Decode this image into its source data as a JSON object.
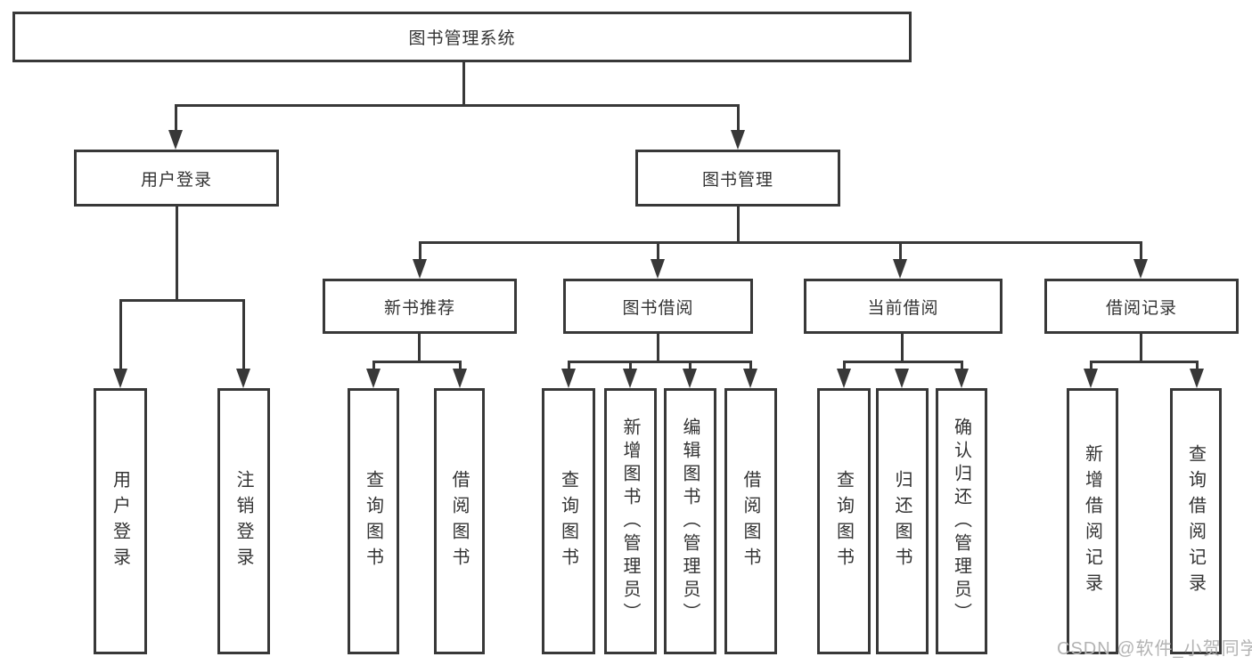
{
  "diagram": {
    "root": {
      "label": "图书管理系统"
    },
    "user_login": {
      "label": "用户登录",
      "children": {
        "login": "用户登录",
        "logout": "注销登录"
      }
    },
    "book_mgmt": {
      "label": "图书管理"
    },
    "new_books": {
      "label": "新书推荐",
      "children": {
        "query": "查询图书",
        "borrow": "借阅图书"
      }
    },
    "book_borrow": {
      "label": "图书借阅",
      "children": {
        "query": "查询图书",
        "add": "新增图书（管理员）",
        "edit": "编辑图书（管理员）",
        "borrow": "借阅图书"
      }
    },
    "current_borrow": {
      "label": "当前借阅",
      "children": {
        "query": "查询图书",
        "return": "归还图书",
        "confirm": "确认归还（管理员）"
      }
    },
    "borrow_records": {
      "label": "借阅记录",
      "children": {
        "add": "新增借阅记录",
        "query": "查询借阅记录"
      }
    }
  },
  "watermark": {
    "text": "CSDN @软件_小贺同学"
  }
}
